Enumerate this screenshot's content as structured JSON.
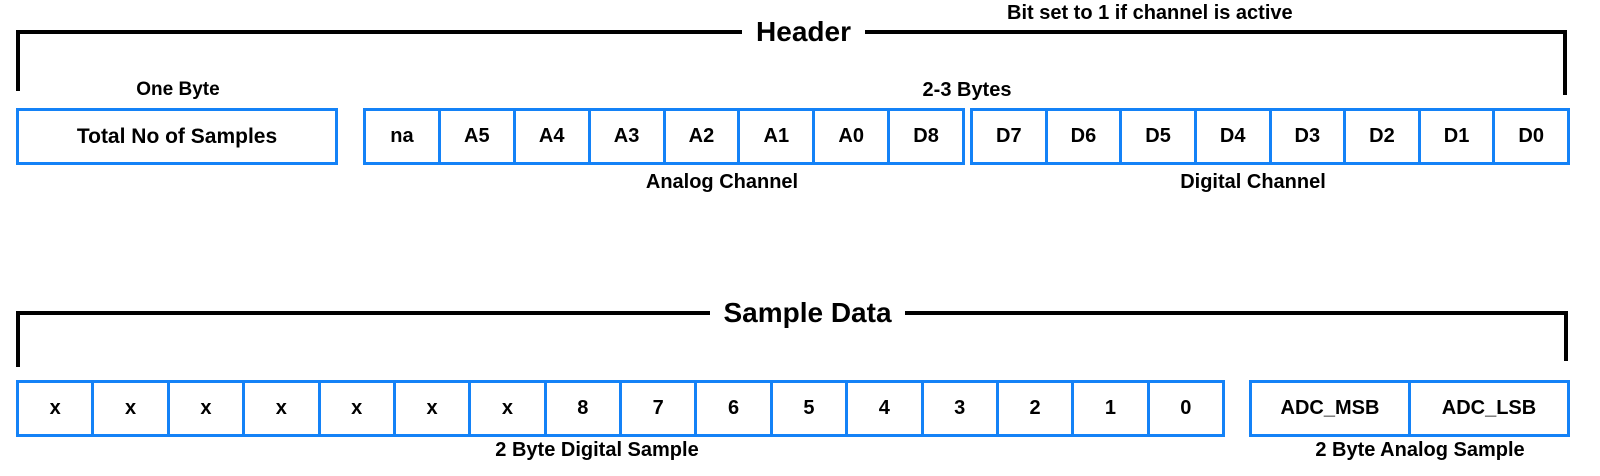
{
  "colors": {
    "box_border_blue": "#1482F7",
    "line_black": "#000000"
  },
  "header_section": {
    "bracket_label": "Header",
    "annotation": "Bit set to 1 if channel is active",
    "one_byte_label": "One Byte",
    "bytes_label": "2-3 Bytes",
    "total_samples_label": "Total No of Samples",
    "byte1_cells": [
      "na",
      "A5",
      "A4",
      "A3",
      "A2",
      "A1",
      "A0",
      "D8"
    ],
    "byte2_cells": [
      "D7",
      "D6",
      "D5",
      "D4",
      "D3",
      "D2",
      "D1",
      "D0"
    ],
    "analog_channel_label": "Analog Channel",
    "digital_channel_label": "Digital Channel"
  },
  "sample_section": {
    "bracket_label": "Sample Data",
    "digital_cells": [
      "x",
      "x",
      "x",
      "x",
      "x",
      "x",
      "x",
      "8",
      "7",
      "6",
      "5",
      "4",
      "3",
      "2",
      "1",
      "0"
    ],
    "analog_cells": [
      "ADC_MSB",
      "ADC_LSB"
    ],
    "digital_caption": "2 Byte Digital Sample",
    "analog_caption": "2 Byte Analog Sample"
  }
}
